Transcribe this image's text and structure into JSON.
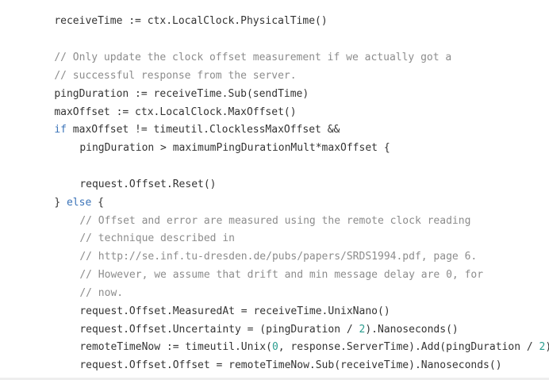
{
  "code": {
    "line_01": "receiveTime := ctx.LocalClock.PhysicalTime()",
    "line_03": "// Only update the clock offset measurement if we actually got a",
    "line_04": "// successful response from the server.",
    "line_05": "pingDuration := receiveTime.Sub(sendTime)",
    "line_06": "maxOffset := ctx.LocalClock.MaxOffset()",
    "line_07_kw": "if",
    "line_07_rest": " maxOffset != timeutil.ClocklessMaxOffset &&",
    "line_08": "pingDuration > maximumPingDurationMult*maxOffset {",
    "line_10": "request.Offset.Reset()",
    "line_11_brace": "} ",
    "line_11_kw": "else",
    "line_11_rest": " {",
    "line_12": "// Offset and error are measured using the remote clock reading",
    "line_13": "// technique described in",
    "line_14": "// http://se.inf.tu-dresden.de/pubs/papers/SRDS1994.pdf, page 6.",
    "line_15": "// However, we assume that drift and min message delay are 0, for",
    "line_16": "// now.",
    "line_17": "request.Offset.MeasuredAt = receiveTime.UnixNano()",
    "line_18_a": "request.Offset.Uncertainty = (pingDuration / ",
    "line_18_num": "2",
    "line_18_b": ").Nanoseconds()",
    "line_19_a": "remoteTimeNow := timeutil.Unix(",
    "line_19_num1": "0",
    "line_19_b": ", response.ServerTime).Add(pingDuration / ",
    "line_19_num2": "2",
    "line_19_c": ")",
    "line_20": "request.Offset.Offset = remoteTimeNow.Sub(receiveTime).Nanoseconds()",
    "line_21": "}"
  },
  "colors": {
    "text": "#333333",
    "comment": "#8c8c8c",
    "keyword": "#3a73b8",
    "number": "#2a9d8f"
  }
}
